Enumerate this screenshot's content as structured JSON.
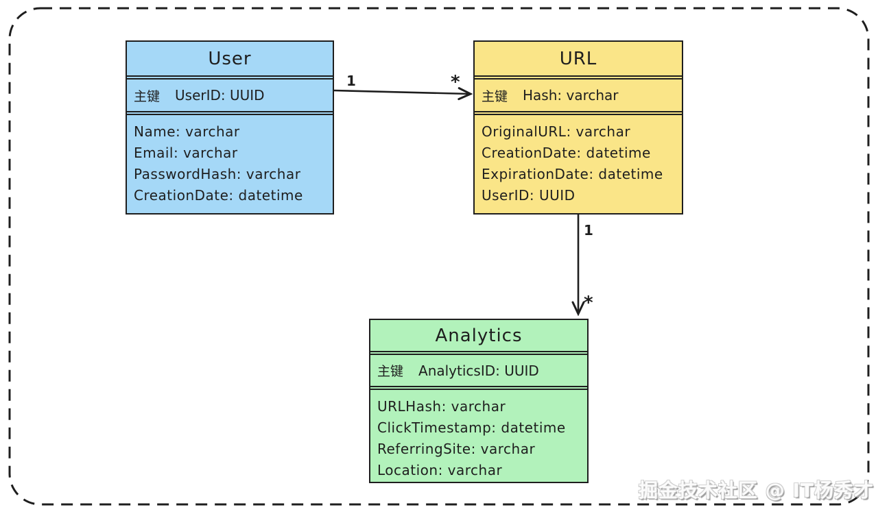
{
  "page": {
    "background_color": "#ffffff",
    "stroke_color": "#1e1e1e",
    "border_style": "dashed-rounded",
    "watermark": "掘金技术社区 @ IT杨秀才"
  },
  "diagram": {
    "type": "entity-relationship",
    "entities": [
      {
        "id": "user",
        "title": "User",
        "fill": "#a5d8f7",
        "key_label": "主键",
        "key_field": "UserID: UUID",
        "fields": [
          "Name: varchar",
          "Email: varchar",
          "PasswordHash: varchar",
          "CreationDate: datetime"
        ]
      },
      {
        "id": "url",
        "title": "URL",
        "fill": "#fae588",
        "key_label": "主键",
        "key_field": "Hash: varchar",
        "fields": [
          "OriginalURL: varchar",
          "CreationDate: datetime",
          "ExpirationDate: datetime",
          "UserID: UUID"
        ]
      },
      {
        "id": "analytics",
        "title": "Analytics",
        "fill": "#b2f2bb",
        "key_label": "主键",
        "key_field": "AnalyticsID: UUID",
        "fields": [
          "URLHash: varchar",
          "ClickTimestamp: datetime",
          "ReferringSite: varchar",
          "Location: varchar"
        ]
      }
    ],
    "relations": [
      {
        "from": "User",
        "to": "URL",
        "from_card": "1",
        "to_card": "*",
        "direction": "horizontal"
      },
      {
        "from": "URL",
        "to": "Analytics",
        "from_card": "1",
        "to_card": "*",
        "direction": "vertical"
      }
    ]
  }
}
